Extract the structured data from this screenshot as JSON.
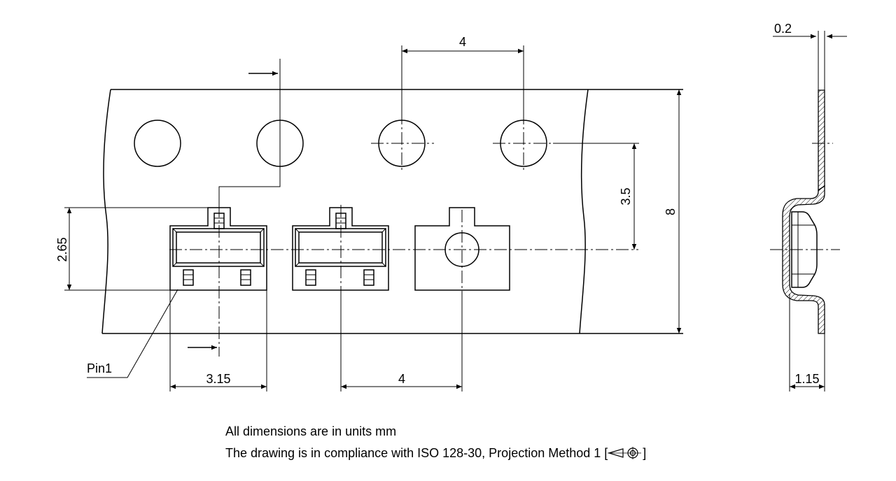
{
  "dimensions": {
    "d_pitch_top": "4",
    "d_thickness": "0.2",
    "d_offset": "3.5",
    "d_width": "8",
    "d_pocket_h": "2.65",
    "d_pocket_w": "3.15",
    "d_pitch_bottom": "4",
    "d_depth": "1.15"
  },
  "labels": {
    "pin1": "Pin1"
  },
  "notes": {
    "line1": "All dimensions are in units mm",
    "line2_prefix": "The drawing is in compliance with ISO 128-30, Projection Method 1 [",
    "line2_suffix": "]"
  },
  "colors": {
    "ink": "#000000",
    "paper": "#ffffff"
  }
}
